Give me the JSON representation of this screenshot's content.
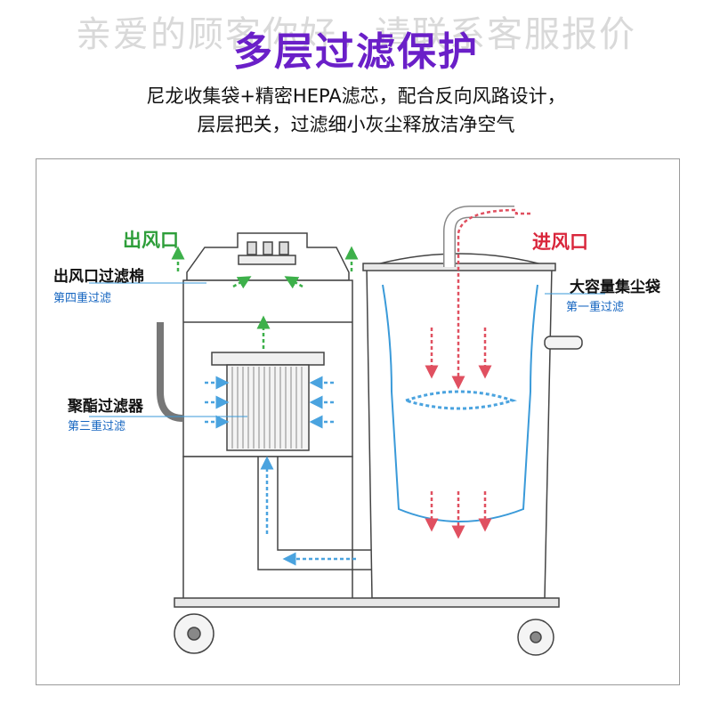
{
  "watermark": "亲爱的顾客你好，请联系客服报价",
  "title": "多层过滤保护",
  "subtitle": [
    "尼龙收集袋+精密HEPA滤芯，配合反向风路设计，",
    "层层把关，过滤细小灰尘释放洁净空气"
  ],
  "labels": {
    "outlet": "出风口",
    "inlet": "进风口",
    "outlet_filter": "出风口过滤棉",
    "outlet_filter_stage": "第四重过滤",
    "polyester_filter": "聚酯过滤器",
    "polyester_filter_stage": "第三重过滤",
    "dust_bag": "大容量集尘袋",
    "dust_bag_stage": "第一重过滤"
  },
  "colors": {
    "title": "#6a1fc8",
    "outlet_green": "#2e9e3a",
    "inlet_red": "#d9263b",
    "stage_blue": "#1565c0",
    "bag_blue": "#3a9ad9",
    "air_arrow_blue": "#4aa3df",
    "air_arrow_red": "#e05060",
    "air_arrow_green": "#3db04a"
  }
}
